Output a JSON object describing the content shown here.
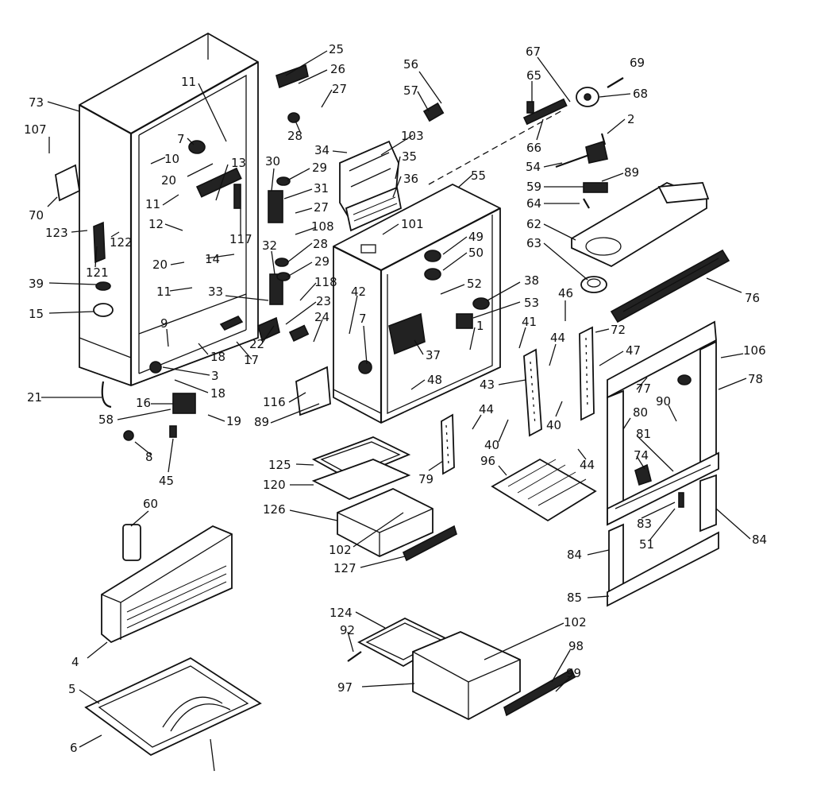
{
  "colors": {
    "ink": "#111111",
    "paper": "#ffffff"
  },
  "labels": [
    {
      "id": "l25",
      "text": "25"
    },
    {
      "id": "l26",
      "text": "26"
    },
    {
      "id": "l27a",
      "text": "27"
    },
    {
      "id": "l11a",
      "text": "11"
    },
    {
      "id": "l73",
      "text": "73"
    },
    {
      "id": "l107",
      "text": "107"
    },
    {
      "id": "l7a",
      "text": "7"
    },
    {
      "id": "l10",
      "text": "10"
    },
    {
      "id": "l20a",
      "text": "20"
    },
    {
      "id": "l13",
      "text": "13"
    },
    {
      "id": "l11b",
      "text": "11"
    },
    {
      "id": "l12",
      "text": "12"
    },
    {
      "id": "l70",
      "text": "70"
    },
    {
      "id": "l123",
      "text": "123"
    },
    {
      "id": "l121",
      "text": "121"
    },
    {
      "id": "l122",
      "text": "122"
    },
    {
      "id": "l20b",
      "text": "20"
    },
    {
      "id": "l14",
      "text": "14"
    },
    {
      "id": "l117",
      "text": "117"
    },
    {
      "id": "l39",
      "text": "39"
    },
    {
      "id": "l11c",
      "text": "11"
    },
    {
      "id": "l15",
      "text": "15"
    },
    {
      "id": "l9",
      "text": "9"
    },
    {
      "id": "l18a",
      "text": "18"
    },
    {
      "id": "l3",
      "text": "3"
    },
    {
      "id": "l18b",
      "text": "18"
    },
    {
      "id": "l21",
      "text": "21"
    },
    {
      "id": "l16",
      "text": "16"
    },
    {
      "id": "l58",
      "text": "58"
    },
    {
      "id": "l19",
      "text": "19"
    },
    {
      "id": "l8",
      "text": "8"
    },
    {
      "id": "l45",
      "text": "45"
    },
    {
      "id": "l60",
      "text": "60"
    },
    {
      "id": "l4",
      "text": "4"
    },
    {
      "id": "l5",
      "text": "5"
    },
    {
      "id": "l6",
      "text": "6"
    },
    {
      "id": "l28a",
      "text": "28"
    },
    {
      "id": "l34",
      "text": "34"
    },
    {
      "id": "l30",
      "text": "30"
    },
    {
      "id": "l29a",
      "text": "29"
    },
    {
      "id": "l31",
      "text": "31"
    },
    {
      "id": "l27b",
      "text": "27"
    },
    {
      "id": "l108",
      "text": "108"
    },
    {
      "id": "l28b",
      "text": "28"
    },
    {
      "id": "l32",
      "text": "32"
    },
    {
      "id": "l29b",
      "text": "29"
    },
    {
      "id": "l33",
      "text": "33"
    },
    {
      "id": "l118",
      "text": "118"
    },
    {
      "id": "l23",
      "text": "23"
    },
    {
      "id": "l24",
      "text": "24"
    },
    {
      "id": "l22",
      "text": "22"
    },
    {
      "id": "l17",
      "text": "17"
    },
    {
      "id": "l116",
      "text": "116"
    },
    {
      "id": "l89a",
      "text": "89"
    },
    {
      "id": "l56",
      "text": "56"
    },
    {
      "id": "l57",
      "text": "57"
    },
    {
      "id": "l103",
      "text": "103"
    },
    {
      "id": "l35",
      "text": "35"
    },
    {
      "id": "l36",
      "text": "36"
    },
    {
      "id": "l101",
      "text": "101"
    },
    {
      "id": "l55",
      "text": "55"
    },
    {
      "id": "l49",
      "text": "49"
    },
    {
      "id": "l50",
      "text": "50"
    },
    {
      "id": "l52",
      "text": "52"
    },
    {
      "id": "l42",
      "text": "42"
    },
    {
      "id": "l7b",
      "text": "7"
    },
    {
      "id": "l38",
      "text": "38"
    },
    {
      "id": "l53",
      "text": "53"
    },
    {
      "id": "l1",
      "text": "1"
    },
    {
      "id": "l37",
      "text": "37"
    },
    {
      "id": "l48",
      "text": "48"
    },
    {
      "id": "l67",
      "text": "67"
    },
    {
      "id": "l69",
      "text": "69"
    },
    {
      "id": "l65",
      "text": "65"
    },
    {
      "id": "l68",
      "text": "68"
    },
    {
      "id": "l2",
      "text": "2"
    },
    {
      "id": "l66",
      "text": "66"
    },
    {
      "id": "l54",
      "text": "54"
    },
    {
      "id": "l89b",
      "text": "89"
    },
    {
      "id": "l59",
      "text": "59"
    },
    {
      "id": "l64",
      "text": "64"
    },
    {
      "id": "l62",
      "text": "62"
    },
    {
      "id": "l63",
      "text": "63"
    },
    {
      "id": "l76",
      "text": "76"
    },
    {
      "id": "l46",
      "text": "46"
    },
    {
      "id": "l72",
      "text": "72"
    },
    {
      "id": "l41",
      "text": "41"
    },
    {
      "id": "l44a",
      "text": "44"
    },
    {
      "id": "l47",
      "text": "47"
    },
    {
      "id": "l106",
      "text": "106"
    },
    {
      "id": "l78",
      "text": "78"
    },
    {
      "id": "l43",
      "text": "43"
    },
    {
      "id": "l77",
      "text": "77"
    },
    {
      "id": "l90",
      "text": "90"
    },
    {
      "id": "l40a",
      "text": "40"
    },
    {
      "id": "l40b",
      "text": "40"
    },
    {
      "id": "l80",
      "text": "80"
    },
    {
      "id": "l44b",
      "text": "44"
    },
    {
      "id": "l81",
      "text": "81"
    },
    {
      "id": "l44c",
      "text": "44"
    },
    {
      "id": "l74",
      "text": "74"
    },
    {
      "id": "l96",
      "text": "96"
    },
    {
      "id": "l79",
      "text": "79"
    },
    {
      "id": "l83",
      "text": "83"
    },
    {
      "id": "l51",
      "text": "51"
    },
    {
      "id": "l84a",
      "text": "84"
    },
    {
      "id": "l84b",
      "text": "84"
    },
    {
      "id": "l85",
      "text": "85"
    },
    {
      "id": "l125",
      "text": "125"
    },
    {
      "id": "l120",
      "text": "120"
    },
    {
      "id": "l126",
      "text": "126"
    },
    {
      "id": "l102a",
      "text": "102"
    },
    {
      "id": "l127",
      "text": "127"
    },
    {
      "id": "l124",
      "text": "124"
    },
    {
      "id": "l102b",
      "text": "102"
    },
    {
      "id": "l92",
      "text": "92"
    },
    {
      "id": "l98",
      "text": "98"
    },
    {
      "id": "l99",
      "text": "99"
    },
    {
      "id": "l97",
      "text": "97"
    }
  ]
}
